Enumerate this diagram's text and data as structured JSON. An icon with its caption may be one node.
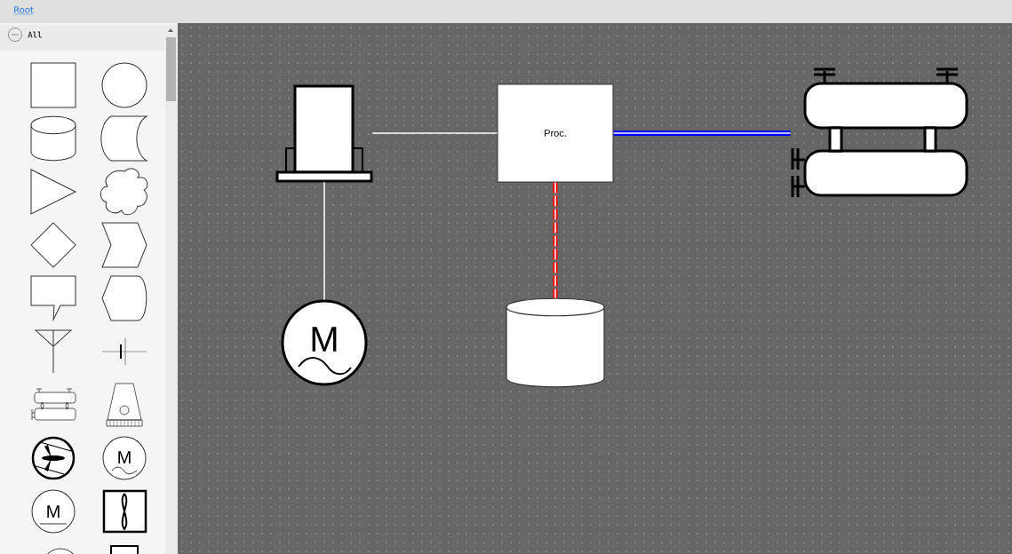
{
  "diagram": {
    "nodes": [
      {
        "text": [],
        "shape": "box"
      },
      {
        "text": [
          "Proc."
        ]
      },
      {
        "text": [],
        "shape": "picture"
      },
      {
        "text": [
          "M"
        ]
      },
      {
        "text": [],
        "shape": "cylinder"
      }
    ],
    "edges": [
      {
        "from": 0,
        "to": 1,
        "arrow": "none"
      },
      {
        "from": 1,
        "to": 2,
        "arrow": "none",
        "style": "thick",
        "color": "#0000ff"
      },
      {
        "from": 1,
        "to": 4,
        "arrow": "none",
        "style": "dashed",
        "color": "#ff0000"
      },
      {
        "from": 0,
        "to": 3,
        "arrow": "none"
      }
    ],
    "labels": [
      "Root",
      "All",
      "M",
      "M"
    ]
  }
}
